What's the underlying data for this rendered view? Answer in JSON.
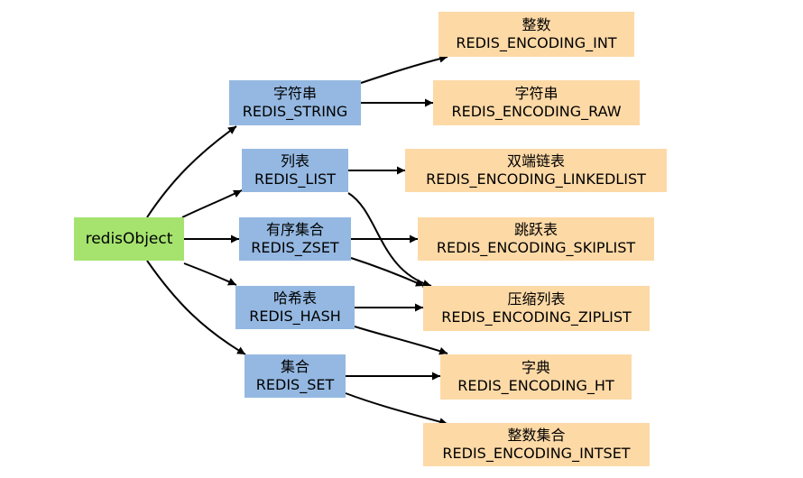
{
  "colors": {
    "root_fill": "#a5e36e",
    "type_fill": "#94b8e1",
    "encoding_fill": "#fdd9a6",
    "edge": "#000000"
  },
  "root": {
    "label": "redisObject"
  },
  "types": [
    {
      "id": "string",
      "cn": "字符串",
      "en": "REDIS_STRING"
    },
    {
      "id": "list",
      "cn": "列表",
      "en": "REDIS_LIST"
    },
    {
      "id": "zset",
      "cn": "有序集合",
      "en": "REDIS_ZSET"
    },
    {
      "id": "hash",
      "cn": "哈希表",
      "en": "REDIS_HASH"
    },
    {
      "id": "set",
      "cn": "集合",
      "en": "REDIS_SET"
    }
  ],
  "encodings": [
    {
      "id": "int",
      "cn": "整数",
      "en": "REDIS_ENCODING_INT"
    },
    {
      "id": "raw",
      "cn": "字符串",
      "en": "REDIS_ENCODING_RAW"
    },
    {
      "id": "linkedlist",
      "cn": "双端链表",
      "en": "REDIS_ENCODING_LINKEDLIST"
    },
    {
      "id": "skiplist",
      "cn": "跳跃表",
      "en": "REDIS_ENCODING_SKIPLIST"
    },
    {
      "id": "ziplist",
      "cn": "压缩列表",
      "en": "REDIS_ENCODING_ZIPLIST"
    },
    {
      "id": "ht",
      "cn": "字典",
      "en": "REDIS_ENCODING_HT"
    },
    {
      "id": "intset",
      "cn": "整数集合",
      "en": "REDIS_ENCODING_INTSET"
    }
  ],
  "edges": [
    {
      "from": "root",
      "to": "string"
    },
    {
      "from": "root",
      "to": "list"
    },
    {
      "from": "root",
      "to": "zset"
    },
    {
      "from": "root",
      "to": "hash"
    },
    {
      "from": "root",
      "to": "set"
    },
    {
      "from": "string",
      "to": "int"
    },
    {
      "from": "string",
      "to": "raw"
    },
    {
      "from": "list",
      "to": "linkedlist"
    },
    {
      "from": "list",
      "to": "ziplist"
    },
    {
      "from": "zset",
      "to": "skiplist"
    },
    {
      "from": "zset",
      "to": "ziplist"
    },
    {
      "from": "hash",
      "to": "ziplist"
    },
    {
      "from": "hash",
      "to": "ht"
    },
    {
      "from": "set",
      "to": "ht"
    },
    {
      "from": "set",
      "to": "intset"
    }
  ]
}
